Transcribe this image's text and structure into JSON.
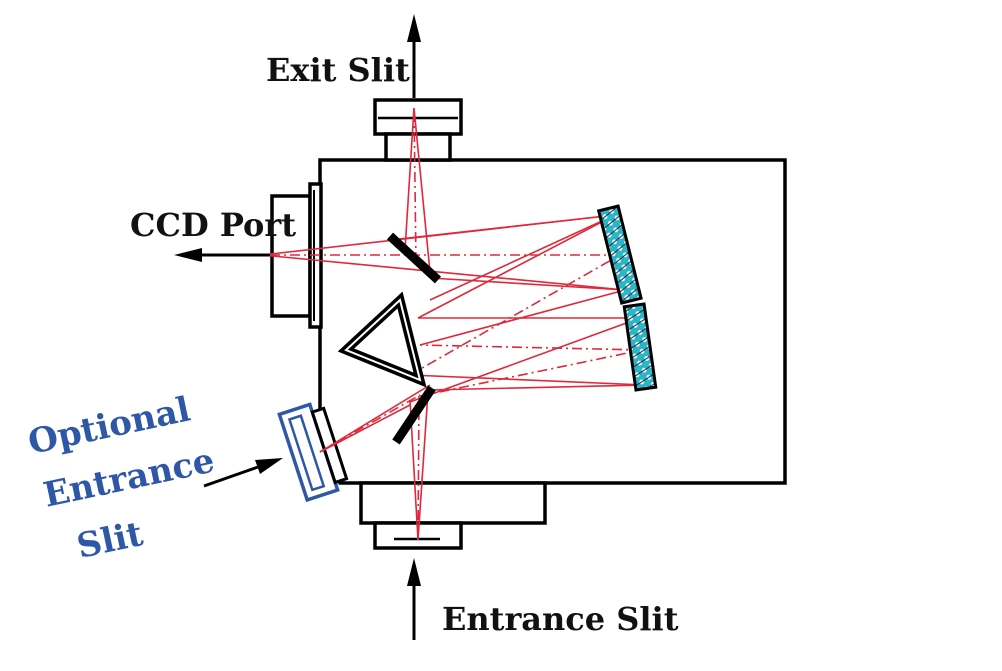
{
  "labels": {
    "exit_slit": "Exit Slit",
    "ccd_port": "CCD Port",
    "entrance_slit": "Entrance Slit",
    "optional_line1": "Optional",
    "optional_line2": "Entrance",
    "optional_line3": "Slit"
  },
  "colors": {
    "rays": "#e0283a",
    "optional_label": "#2f57a8",
    "grating_fill": "#2bb5c8",
    "outline": "#000000"
  }
}
